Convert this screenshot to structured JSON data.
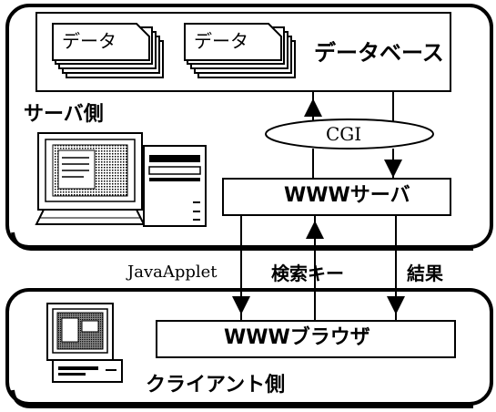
{
  "server": {
    "label": "サーバ側",
    "database": {
      "label": "データベース",
      "doc_stacks": [
        {
          "label": "データ"
        },
        {
          "label": "データ"
        }
      ]
    },
    "cgi_label": "CGI",
    "www_server_label": "WWWサーバ"
  },
  "connections": {
    "java_applet": "JavaApplet",
    "search_key": "検索キー",
    "result": "結果"
  },
  "client": {
    "label": "クライアント側",
    "browser_label": "WWWブラウザ"
  }
}
